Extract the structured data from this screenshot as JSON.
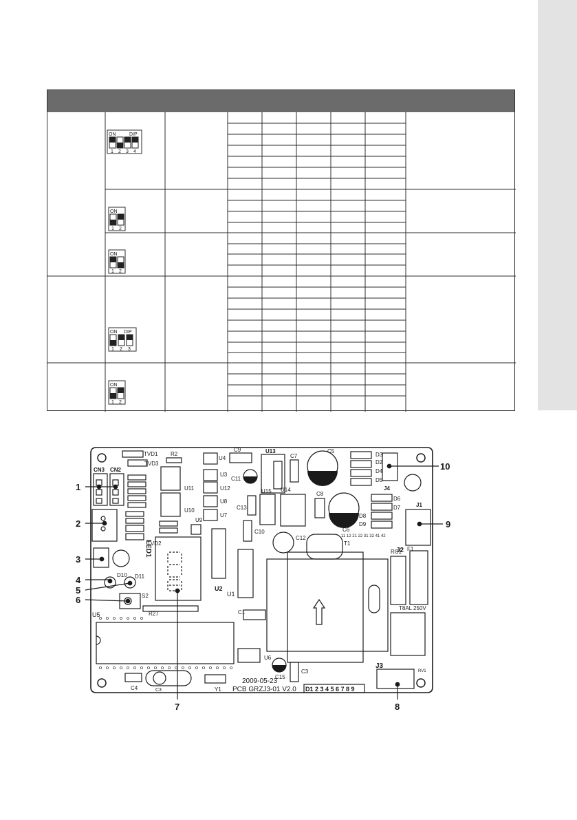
{
  "dip_switches": [
    {
      "id": "dip-a",
      "on_label": "ON",
      "dip_label": "DIP",
      "numbers": [
        "1",
        "2",
        "3",
        "4"
      ]
    },
    {
      "id": "dip-b",
      "on_label": "ON",
      "numbers": [
        "1",
        "2"
      ]
    },
    {
      "id": "dip-c",
      "on_label": "ON",
      "numbers": [
        "1",
        "2"
      ]
    },
    {
      "id": "dip-d",
      "on_label": "ON",
      "dip_label": "DIP",
      "numbers": [
        "1",
        "2",
        "3"
      ]
    },
    {
      "id": "dip-e",
      "on_label": "ON",
      "numbers": [
        "1",
        "2"
      ]
    }
  ],
  "callouts": {
    "c1": "1",
    "c2": "2",
    "c3": "3",
    "c4": "4",
    "c5": "5",
    "c6": "6",
    "c7": "7",
    "c8": "8",
    "c9": "9",
    "c10": "10"
  },
  "pcb_labels": {
    "cn3": "CN3",
    "cn2": "CN2",
    "led1": "LED1",
    "u5": "U5",
    "u2": "U2",
    "u1": "U1",
    "u3": "U3",
    "u4": "U4",
    "u7": "U7",
    "u8": "U8",
    "u9": "U9",
    "u10": "U10",
    "u11": "U11",
    "u12": "U12",
    "u13": "U13",
    "u14": "U14",
    "u15": "U15",
    "u6": "U6",
    "c1": "C1",
    "c3": "C3",
    "c4": "C4",
    "c5": "C5",
    "c6": "C6",
    "c7": "C7",
    "c8": "C8",
    "c9": "C9",
    "c10": "C10",
    "c11": "C11",
    "c12": "C12",
    "c13": "C13",
    "c15": "C15",
    "t1": "T1",
    "j1": "J1",
    "j2": "J2",
    "j3": "J3",
    "j4": "J4",
    "f1": "F1",
    "rc1": "RC1",
    "rv1": "RV1",
    "r2": "R2",
    "r27": "R27",
    "s2": "S2",
    "y1": "Y1",
    "d10": "D10",
    "d11": "D11",
    "tvd1": "TVD1",
    "tvd2": "TVD2",
    "tvd3": "TVD3",
    "d2": "D2",
    "d3": "D3",
    "d4": "D4",
    "d5": "D5",
    "d6": "D6",
    "d7": "D7",
    "d8": "D8",
    "d9": "D9",
    "fuse": "T8AL 250V",
    "date": "2009-05-23",
    "pcb_code": "PCB GRZJ3-01 V2.0",
    "digits": "D1 2 3 4 5 6 7 8 9",
    "c6_terms": "11 12 21 22 31 32 41 42"
  }
}
